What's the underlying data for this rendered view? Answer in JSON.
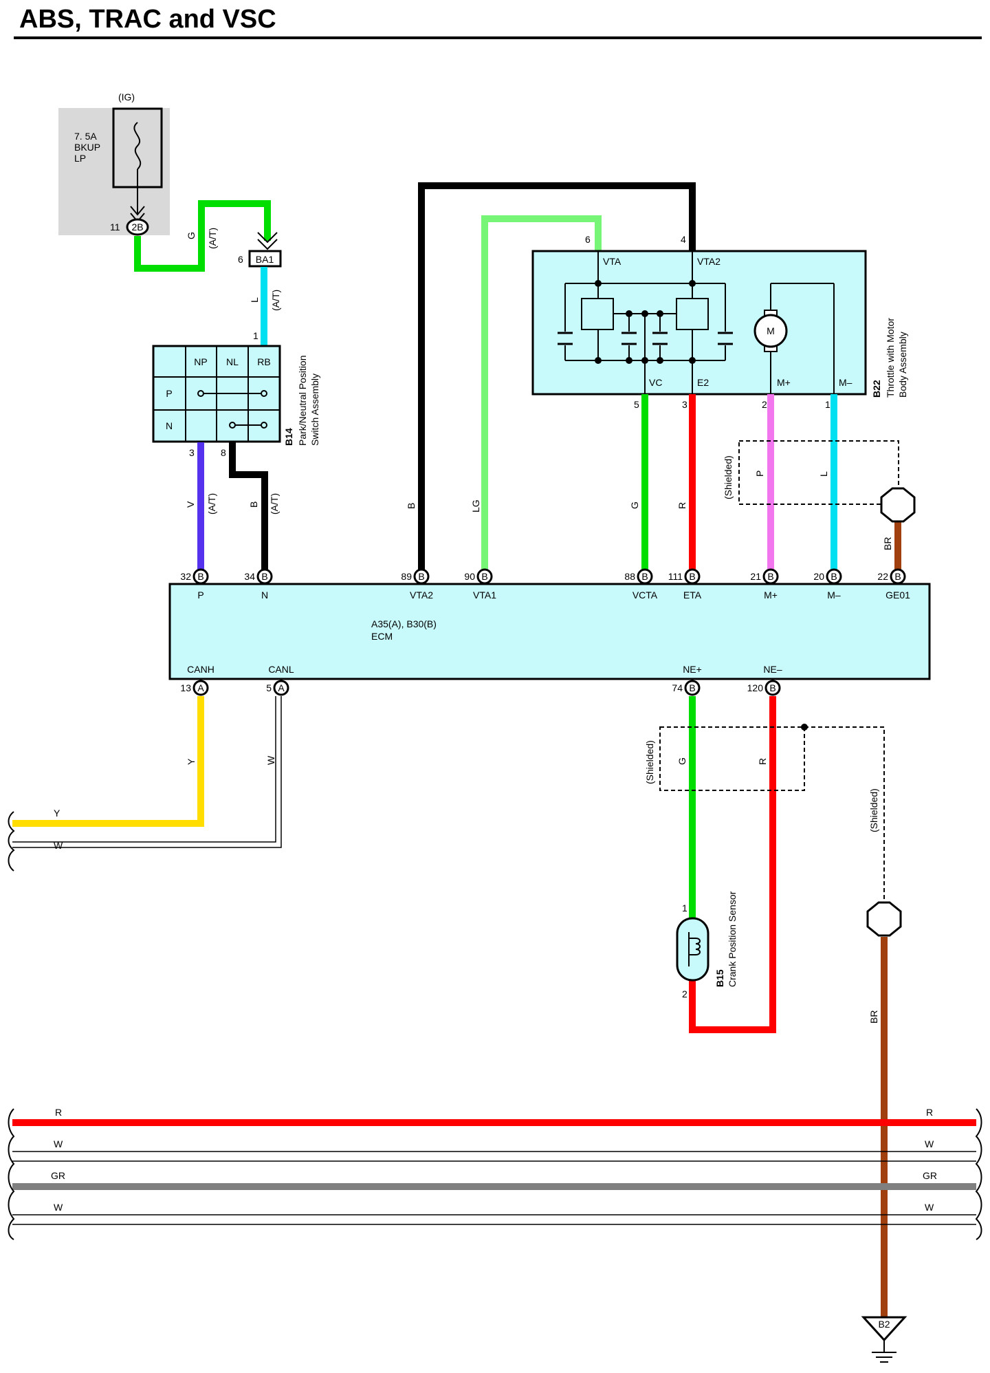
{
  "title": "ABS, TRAC and VSC",
  "colors": {
    "green": "#00dd00",
    "light_green": "#77f577",
    "black": "#000000",
    "cyan": "#00e0f0",
    "violet": "#5533ee",
    "red": "#ff0000",
    "pink": "#f277ef",
    "brown": "#a0400f",
    "yellow": "#ffdd00",
    "gray": "#808080",
    "box_fill": "#c8f9fb"
  },
  "fuse": {
    "supply": "(IG)",
    "name_lines": [
      "7. 5A",
      "BKUP",
      "LP"
    ],
    "pin": "11",
    "connector": "2B"
  },
  "junction": {
    "pin": "6",
    "connector": "BA1"
  },
  "park_neutral_switch": {
    "code": "B14",
    "name_lines": [
      "Park/Neutral Position",
      "Switch Assembly"
    ],
    "columns": [
      "NP",
      "NL",
      "RB"
    ],
    "rows": [
      "P",
      "N"
    ],
    "pin_top": "1",
    "pin_left": "3",
    "pin_right": "8"
  },
  "throttle": {
    "code": "B22",
    "name_lines": [
      "Throttle with Motor",
      "Body Assembly"
    ],
    "terminals": [
      "VTA",
      "VTA2",
      "VC",
      "E2",
      "M+",
      "M–"
    ],
    "pins": {
      "vta": "6",
      "vta2": "4",
      "vc": "5",
      "e2": "3",
      "mplus": "2",
      "mminus": "1"
    },
    "motor": "M"
  },
  "crank_sensor": {
    "code": "B15",
    "name": "Crank Position Sensor",
    "pin_top": "1",
    "pin_bottom": "2"
  },
  "ecm": {
    "name": "ECM",
    "connectors": "A35(A), B30(B)",
    "top_pins": [
      {
        "num": "32",
        "conn": "B",
        "label": "P"
      },
      {
        "num": "34",
        "conn": "B",
        "label": "N"
      },
      {
        "num": "89",
        "conn": "B",
        "label": "VTA2"
      },
      {
        "num": "90",
        "conn": "B",
        "label": "VTA1"
      },
      {
        "num": "88",
        "conn": "B",
        "label": "VCTA"
      },
      {
        "num": "111",
        "conn": "B",
        "label": "ETA"
      },
      {
        "num": "21",
        "conn": "B",
        "label": "M+"
      },
      {
        "num": "20",
        "conn": "B",
        "label": "M–"
      },
      {
        "num": "22",
        "conn": "B",
        "label": "GE01"
      }
    ],
    "bottom_pins": [
      {
        "num": "13",
        "conn": "A",
        "label": "CANH"
      },
      {
        "num": "5",
        "conn": "A",
        "label": "CANL"
      },
      {
        "num": "74",
        "conn": "B",
        "label": "NE+"
      },
      {
        "num": "120",
        "conn": "B",
        "label": "NE–"
      }
    ]
  },
  "wire_labels": {
    "g": "G",
    "at": "(A/T)",
    "l": "L",
    "v": "V",
    "b": "B",
    "lg": "LG",
    "r": "R",
    "p": "P",
    "br": "BR",
    "y": "Y",
    "w": "W",
    "gr": "GR"
  },
  "shielded": "(Shielded)",
  "ground": "B2"
}
